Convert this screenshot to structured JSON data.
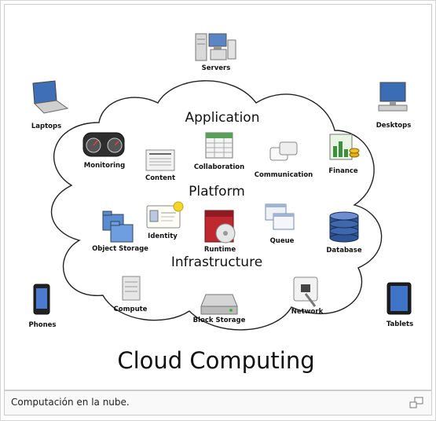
{
  "diagram": {
    "title": "Cloud Computing",
    "sections": {
      "application": "Application",
      "platform": "Platform",
      "infrastructure": "Infrastructure"
    },
    "outside_nodes": {
      "servers": "Servers",
      "laptops": "Laptops",
      "desktops": "Desktops",
      "phones": "Phones",
      "tablets": "Tablets"
    },
    "application_items": {
      "monitoring": "Monitoring",
      "content": "Content",
      "collaboration": "Collaboration",
      "communication": "Communication",
      "finance": "Finance"
    },
    "platform_items": {
      "object_storage": "Object Storage",
      "identity": "Identity",
      "runtime": "Runtime",
      "queue": "Queue",
      "database": "Database"
    },
    "infrastructure_items": {
      "compute": "Compute",
      "block_storage": "Block Storage",
      "network": "Network"
    },
    "colors": {
      "cloud_fill": "#ffffff",
      "cloud_stroke": "#222222",
      "db_blue": "#2f5597",
      "finance_green": "#3c8f3c",
      "runtime_red": "#c0282f"
    }
  },
  "caption": {
    "text": "Computación en la nube.",
    "enlarge_icon": "enlarge-icon"
  }
}
